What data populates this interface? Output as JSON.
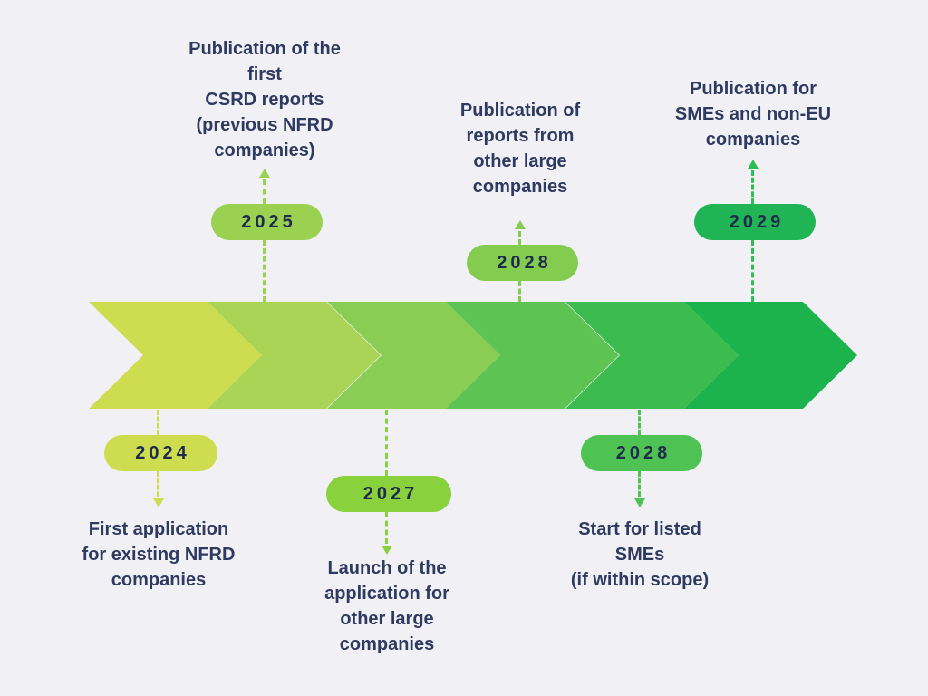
{
  "theme": {
    "background": "#f0f0f5",
    "label_text_color": "#2e3a5f",
    "year_text_color": "#1f2b4d"
  },
  "arrow": {
    "description": "timeline-chevron-arrow",
    "segment_colors": [
      "#cedd4f",
      "#a9d455",
      "#8acd55",
      "#5dc453",
      "#3cbc4e",
      "#1cb24c"
    ]
  },
  "events": [
    {
      "year": "2025",
      "side": "top",
      "label": "Publication of the\nfirst\nCSRD reports\n(previous NFRD\ncompanies)",
      "pill_color": "#9ad151",
      "line_color": "#9ad151"
    },
    {
      "year": "2028",
      "side": "top",
      "label": "Publication of\nreports from\nother large\ncompanies",
      "pill_color": "#83cc50",
      "line_color": "#83cc50"
    },
    {
      "year": "2029",
      "side": "top",
      "label": "Publication for\nSMEs and non-EU\ncompanies",
      "pill_color": "#21b455",
      "line_color": "#2ebf53"
    },
    {
      "year": "2024",
      "side": "bottom",
      "label": "First application\nfor existing NFRD\ncompanies",
      "pill_color": "#cedd4f",
      "line_color": "#cedd4f"
    },
    {
      "year": "2027",
      "side": "bottom",
      "label": "Launch of the\napplication for\nother large\ncompanies",
      "pill_color": "#89d13d",
      "line_color": "#89d13d"
    },
    {
      "year": "2028",
      "side": "bottom",
      "label": "Start for listed\nSMEs\n(if within scope)",
      "pill_color": "#4ec353",
      "line_color": "#4ec353"
    }
  ]
}
